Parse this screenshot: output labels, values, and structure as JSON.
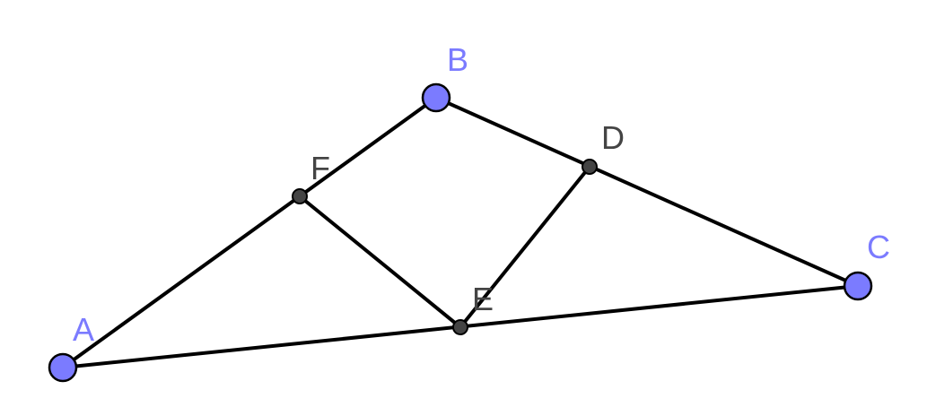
{
  "colors": {
    "free_point": "#7b7bff",
    "dependent_point": "#444444",
    "free_label": "#7b7bff",
    "dependent_label": "#444444"
  },
  "points": {
    "A": {
      "label": "A"
    },
    "B": {
      "label": "B"
    },
    "C": {
      "label": "C"
    },
    "D": {
      "label": "D"
    },
    "E": {
      "label": "E"
    },
    "F": {
      "label": "F"
    }
  },
  "segments": [
    [
      "A",
      "B"
    ],
    [
      "B",
      "C"
    ],
    [
      "A",
      "C"
    ],
    [
      "F",
      "E"
    ],
    [
      "D",
      "E"
    ]
  ]
}
